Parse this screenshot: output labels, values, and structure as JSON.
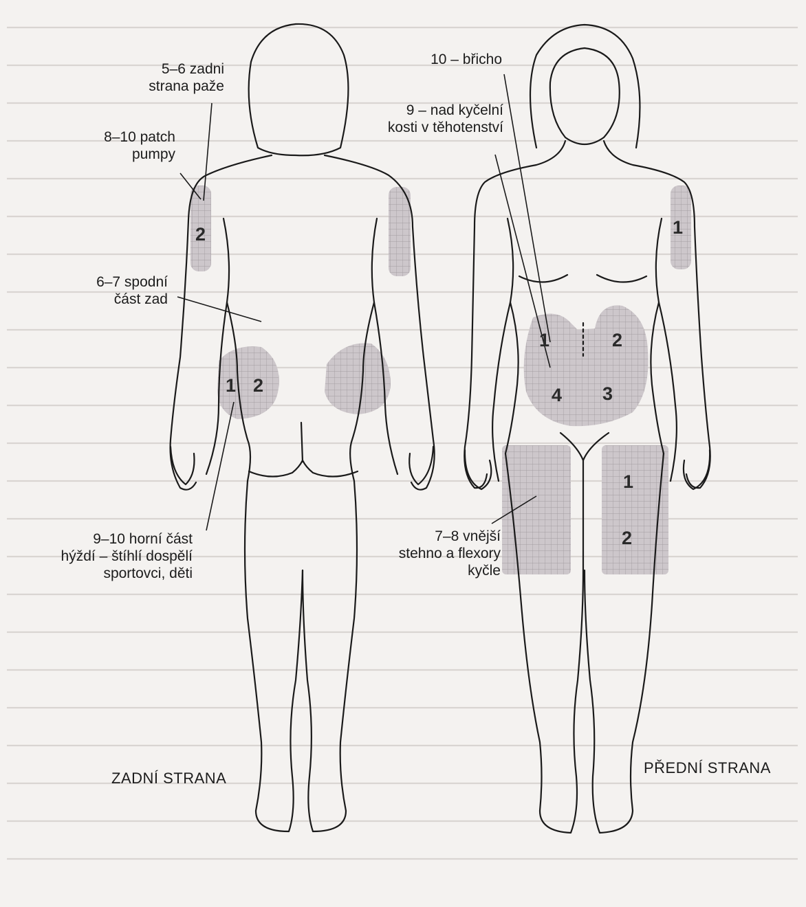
{
  "labels": {
    "back_arm": [
      "5–6 zadni",
      "strana paže"
    ],
    "patch_pump": [
      "8–10 patch",
      "pumpy"
    ],
    "lower_back": [
      "6–7 spodní",
      "část zad"
    ],
    "buttocks": [
      "9–10 horní část",
      "hýždí – štíhlí dospělí",
      "sportovci, děti"
    ],
    "abdomen": "10 – břicho",
    "hip_bone": [
      "9 – nad kyčelní",
      "kosti v těhotenství"
    ],
    "thigh": [
      "7–8 vnější",
      "stehno a flexory",
      "kyčle"
    ]
  },
  "zone_numbers": {
    "back_arm": "2",
    "back_hip_left": "1",
    "back_hip_right": "2",
    "front_arm": "1",
    "abdomen": [
      "1",
      "2",
      "3",
      "4"
    ],
    "thigh": [
      "1",
      "2"
    ]
  },
  "sides": {
    "back": "ZADNÍ STRANA",
    "front": "PŘEDNÍ STRANA"
  },
  "colors": {
    "outline": "#1a1a1a",
    "zone_fill": "#c9c3c7",
    "zone_grid": "#8d878c",
    "background": "#f4f2f0"
  }
}
